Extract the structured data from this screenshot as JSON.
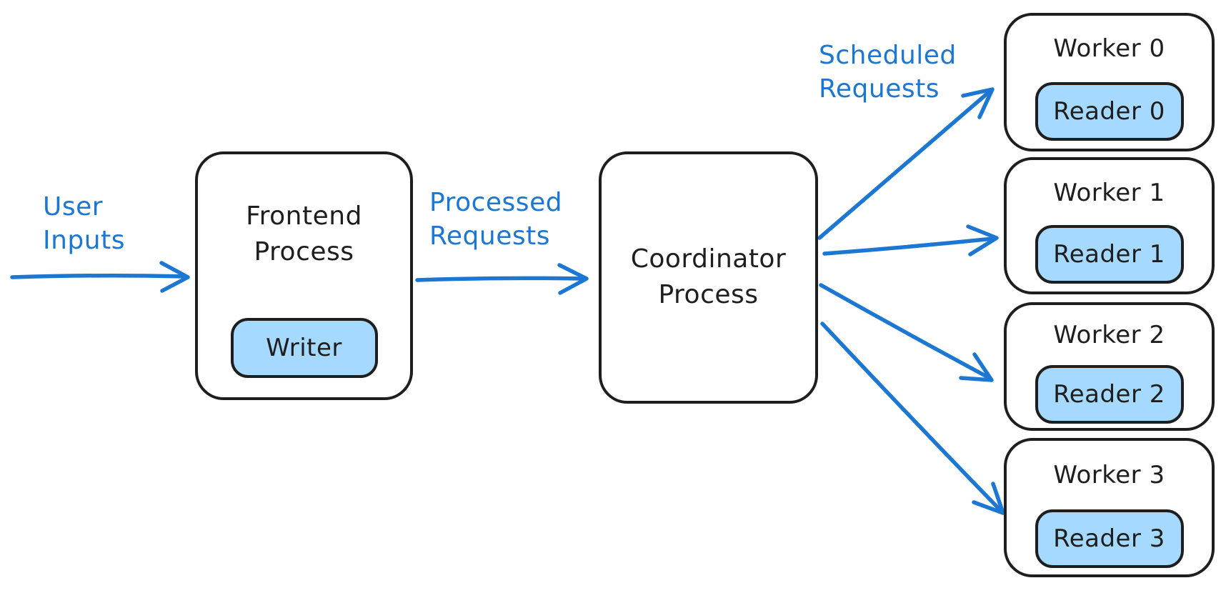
{
  "colors": {
    "background": "#ffffff",
    "arrow_blue": "#1c77d2",
    "label_blue": "#1c77d2",
    "box_stroke": "#1e1e1e",
    "chip_fill": "#a5d9ff"
  },
  "labels": {
    "user_inputs": "User Inputs",
    "processed_requests": "Processed Requests",
    "scheduled_requests": "Scheduled Requests"
  },
  "nodes": {
    "frontend": {
      "title": "Frontend Process",
      "chip": "Writer"
    },
    "coordinator": {
      "title": "Coordinator Process"
    },
    "workers": [
      {
        "title": "Worker 0",
        "chip": "Reader 0"
      },
      {
        "title": "Worker 1",
        "chip": "Reader 1"
      },
      {
        "title": "Worker 2",
        "chip": "Reader 2"
      },
      {
        "title": "Worker 3",
        "chip": "Reader 3"
      }
    ]
  },
  "edges": [
    {
      "from": "user",
      "to": "frontend-process",
      "label": "User Inputs"
    },
    {
      "from": "frontend-process",
      "to": "coordinator-process",
      "label": "Processed Requests"
    },
    {
      "from": "coordinator-process",
      "to": "worker-0",
      "label": "Scheduled Requests"
    },
    {
      "from": "coordinator-process",
      "to": "worker-1",
      "label": ""
    },
    {
      "from": "coordinator-process",
      "to": "worker-2",
      "label": ""
    },
    {
      "from": "coordinator-process",
      "to": "worker-3",
      "label": ""
    }
  ]
}
